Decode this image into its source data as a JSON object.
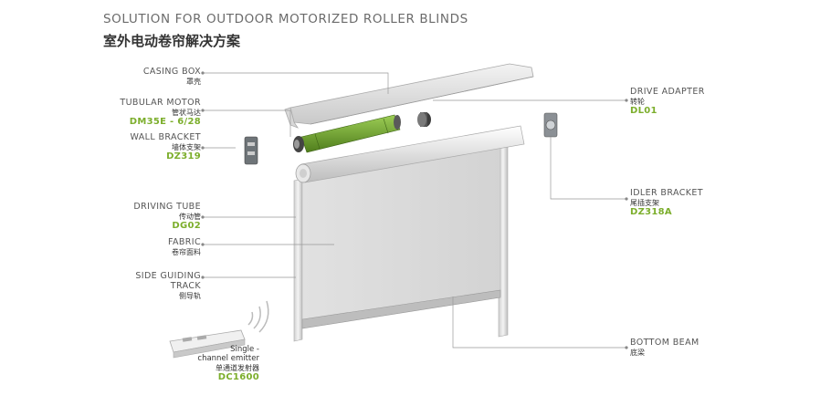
{
  "header": {
    "title_en": "SOLUTION FOR OUTDOOR MOTORIZED ROLLER BLINDS",
    "title_cn": "室外电动卷帘解决方案"
  },
  "components": {
    "casing_box": {
      "en": "CASING BOX",
      "cn": "罩壳"
    },
    "tubular_motor": {
      "en": "TUBULAR MOTOR",
      "cn": "管状马达",
      "code": "DM35E - 6/28"
    },
    "wall_bracket": {
      "en": "WALL BRACKET",
      "cn": "墙体支架",
      "code": "DZ319"
    },
    "driving_tube": {
      "en": "DRIVING TUBE",
      "cn": "传动管",
      "code": "DG02"
    },
    "fabric": {
      "en": "FABRIC",
      "cn": "卷帘面料"
    },
    "side_guiding_track": {
      "en_line1": "SIDE GUIDING",
      "en_line2": "TRACK",
      "cn": "侧导轨"
    },
    "drive_adapter": {
      "en": "DRIVE ADAPTER",
      "cn": "转轮",
      "code": "DL01"
    },
    "idler_bracket": {
      "en": "IDLER BRACKET",
      "cn": "尾插支架",
      "code": "DZ318A"
    },
    "bottom_beam": {
      "en": "BOTTOM BEAM",
      "cn": "底梁"
    },
    "emitter": {
      "en_line1": "Single -",
      "en_line2": "channel emitter",
      "cn": "单通道发射器",
      "code": "DC1600"
    }
  },
  "colors": {
    "accent_green": "#7cae2c",
    "line_gray": "#888888"
  }
}
